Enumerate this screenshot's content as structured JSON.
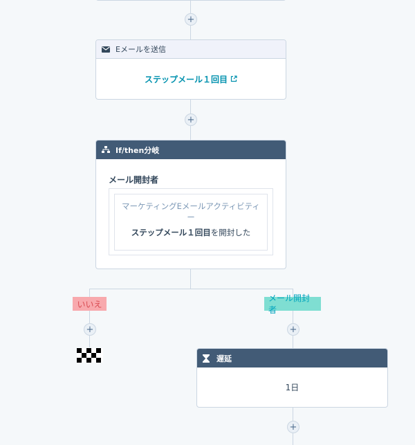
{
  "email_step": {
    "header_label": "Eメールを送信",
    "icon": "envelope-icon",
    "email_name": "ステップメール１回目",
    "external_icon": "external-link-icon"
  },
  "branch_step": {
    "header_label": "If/then分岐",
    "icon": "branch-icon",
    "criteria_title": "メール開封者",
    "filter_category": "マーケティングEメールアクティビティー",
    "filter_email": "ステップメール１回目",
    "filter_suffix": "を開封した"
  },
  "branches": {
    "no_label": "いいえ",
    "yes_label": "メール開封者"
  },
  "delay_step": {
    "header_label": "遅延",
    "icon": "hourglass-icon",
    "duration": "1日"
  },
  "plus_symbol": "+",
  "colors": {
    "header_dark": "#425b76",
    "link": "#0091ae",
    "no_tag_bg": "#f8a9ad",
    "yes_tag_bg": "#7fded2",
    "connector": "#cbd6e2"
  }
}
